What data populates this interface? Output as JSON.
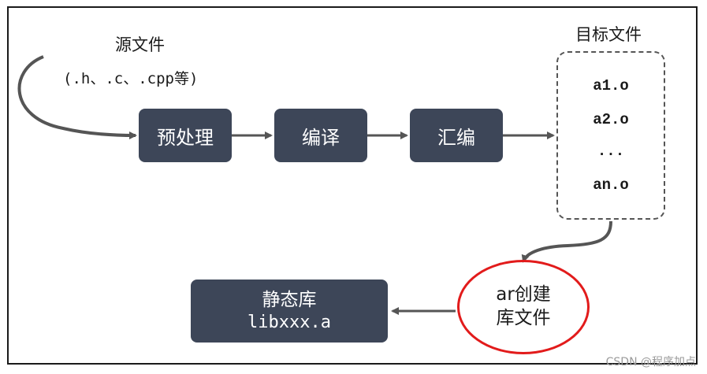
{
  "source": {
    "title": "源文件",
    "subtitle": "(.h、.c、.cpp等)"
  },
  "steps": {
    "preprocess": "预处理",
    "compile": "编译",
    "assemble": "汇编"
  },
  "objects": {
    "title": "目标文件",
    "items": [
      "a1.o",
      "a2.o",
      "...",
      "an.o"
    ]
  },
  "archive": {
    "line1": "ar创建",
    "line2": "库文件"
  },
  "static_lib": {
    "title": "静态库",
    "name": "libxxx.a"
  },
  "watermark": "CSDN @程序加点",
  "colors": {
    "box": "#3d4658",
    "arrow": "#555555",
    "highlight": "#e21b1b"
  }
}
